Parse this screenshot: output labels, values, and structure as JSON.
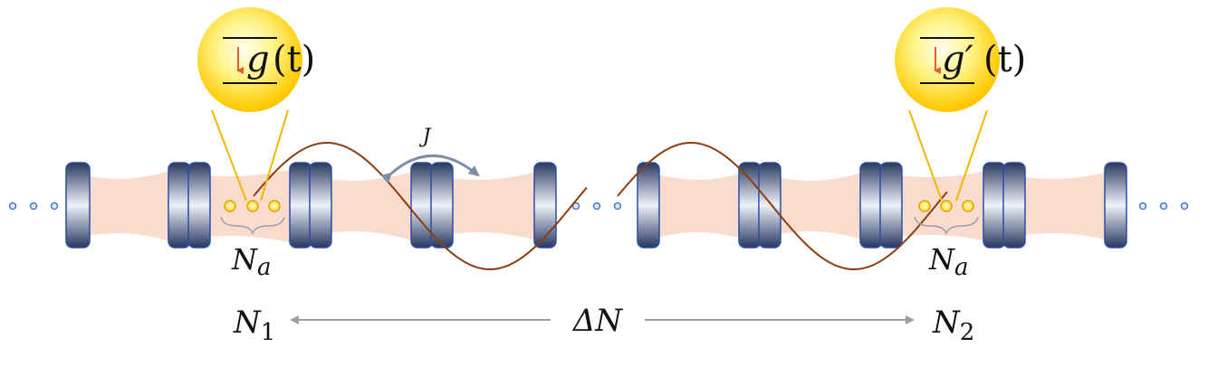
{
  "colors": {
    "cavity_beam": "#f9dccd",
    "mirror_dark": "#2a3a66",
    "mirror_light": "#e8edf7",
    "mirror_outline": "#2b4fa6",
    "atom_fill": "#ffe54a",
    "atom_outline": "#e0a800",
    "wave": "#8b3d12",
    "coupling_arrow": "#7f8ea8",
    "qubit_glow": "#ffd21a",
    "qubit_line": "#f2b800",
    "decay_arrow": "#e0602a",
    "axis_arrow": "#9aa0a8",
    "dots": "#4a78c8"
  },
  "left_qubit": {
    "label_main": "g",
    "label_arg": "(t)",
    "icon": "downward-decay-arrow"
  },
  "right_qubit": {
    "label_main": "g′",
    "label_arg": "(t)",
    "icon": "downward-decay-arrow"
  },
  "coupling": {
    "label": "J"
  },
  "atom_groups": {
    "left_label": "N",
    "left_sub": "a",
    "right_label": "N",
    "right_sub": "a"
  },
  "distance": {
    "left_label": "N",
    "left_sub": "1",
    "center_label": "ΔN",
    "right_label": "N",
    "right_sub": "2"
  }
}
